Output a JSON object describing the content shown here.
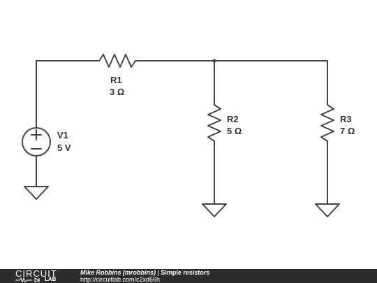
{
  "circuit": {
    "source": {
      "name": "V1",
      "value": "5 V"
    },
    "resistors": [
      {
        "name": "R1",
        "value": "3 Ω"
      },
      {
        "name": "R2",
        "value": "5 Ω"
      },
      {
        "name": "R3",
        "value": "7 Ω"
      }
    ]
  },
  "footer": {
    "logo_text": "CIRCUIT",
    "logo_sub": "LAB",
    "author": "Mike Robbins (mrobbins)",
    "separator": " | ",
    "title": "Simple resistors",
    "url": "http://circuitlab.com/c2xd66h"
  },
  "colors": {
    "wire": "#444444",
    "label": "#333333",
    "footer_bg": "#2c2c2c"
  }
}
